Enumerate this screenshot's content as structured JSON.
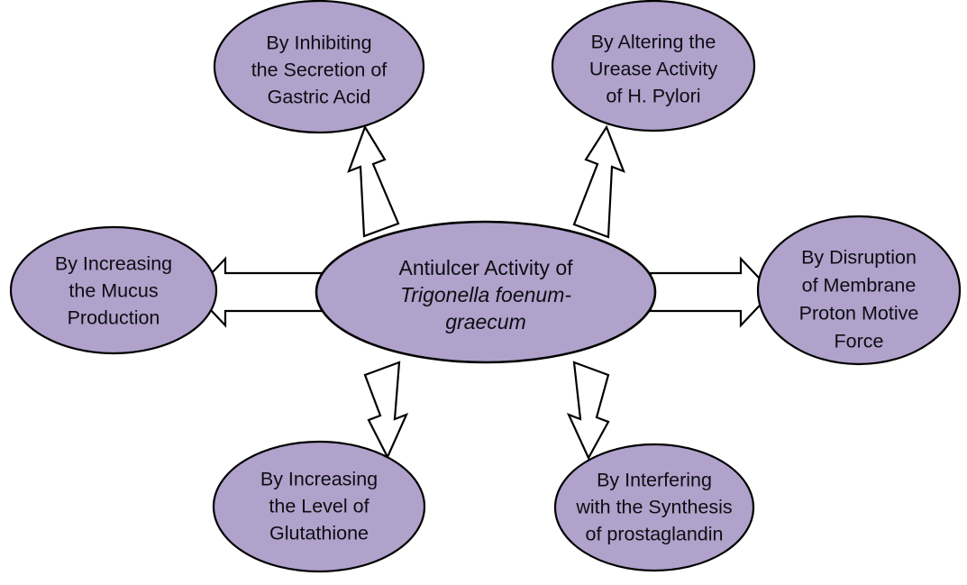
{
  "diagram": {
    "type": "radial-concept-map",
    "background_color": "#ffffff",
    "node_fill_color": "#b0a2cb",
    "node_stroke_color": "#000000",
    "arrow_fill_color": "#ffffff",
    "arrow_stroke_color": "#000000",
    "center": {
      "label_line1": "Antiulcer Activity of",
      "label_line2": "Trigonella foenum-",
      "label_line3": "graecum",
      "line2_style": "italic",
      "line3_style": "italic"
    },
    "nodes": [
      {
        "id": "inhibiting-gastric-acid",
        "position": "top-left",
        "lines": [
          "By Inhibiting",
          "the Secretion of",
          "Gastric Acid"
        ]
      },
      {
        "id": "altering-urease-activity",
        "position": "top-right",
        "lines": [
          "By Altering the",
          "Urease Activity",
          "of H. Pylori"
        ]
      },
      {
        "id": "increasing-mucus-production",
        "position": "left",
        "lines": [
          "By Increasing",
          "the Mucus",
          "Production"
        ]
      },
      {
        "id": "disruption-proton-motive-force",
        "position": "right",
        "lines": [
          "By Disruption",
          "of Membrane",
          "Proton Motive",
          "Force"
        ]
      },
      {
        "id": "increasing-glutathione",
        "position": "bottom-left",
        "lines": [
          "By Increasing",
          "the Level of",
          "Glutathione"
        ]
      },
      {
        "id": "interfering-prostaglandin-synthesis",
        "position": "bottom-right",
        "lines": [
          "By Interfering",
          "with the Synthesis",
          "of prostaglandin"
        ]
      }
    ],
    "arrows": [
      {
        "id": "arrow-to-inhibiting-gastric-acid",
        "direction": "up-left"
      },
      {
        "id": "arrow-to-altering-urease-activity",
        "direction": "up-right"
      },
      {
        "id": "arrow-to-increasing-mucus-production",
        "direction": "left"
      },
      {
        "id": "arrow-to-disruption-proton-motive-force",
        "direction": "right"
      },
      {
        "id": "arrow-to-increasing-glutathione",
        "direction": "down-left"
      },
      {
        "id": "arrow-to-interfering-prostaglandin-synthesis",
        "direction": "down-right"
      }
    ]
  }
}
